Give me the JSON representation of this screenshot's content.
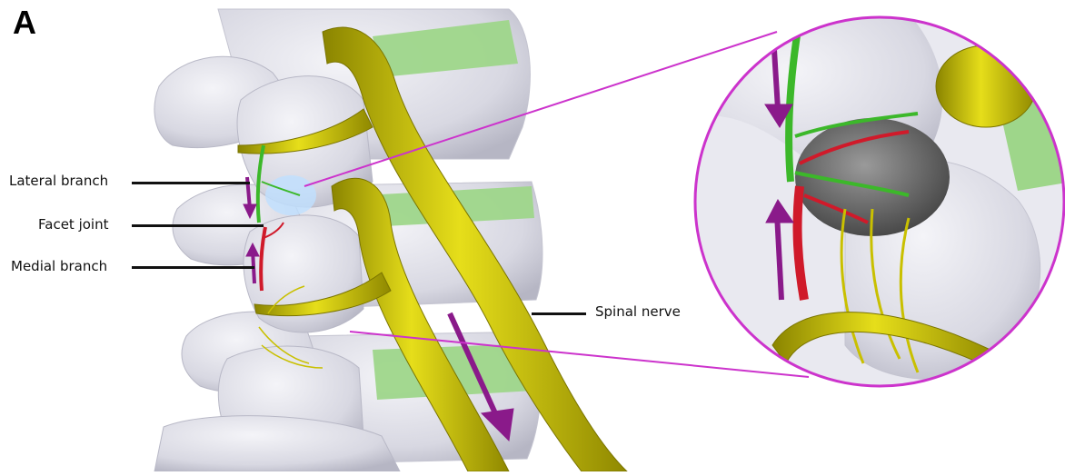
{
  "panel": {
    "letter": "A"
  },
  "labels": {
    "lateral_branch": "Lateral branch",
    "facet_joint": "Facet joint",
    "medial_branch": "Medial branch",
    "spinal_nerve": "Spinal nerve"
  },
  "colors": {
    "bone": "#d9d9e3",
    "bone_shadow": "#b8b8c6",
    "disc": "#9ed68a",
    "spinal_nerve": "#c9c000",
    "lateral_branch": "#3cb82a",
    "medial_branch": "#d01a2a",
    "arrow": "#8a1a8a",
    "magnifier": "#cc33cc"
  }
}
